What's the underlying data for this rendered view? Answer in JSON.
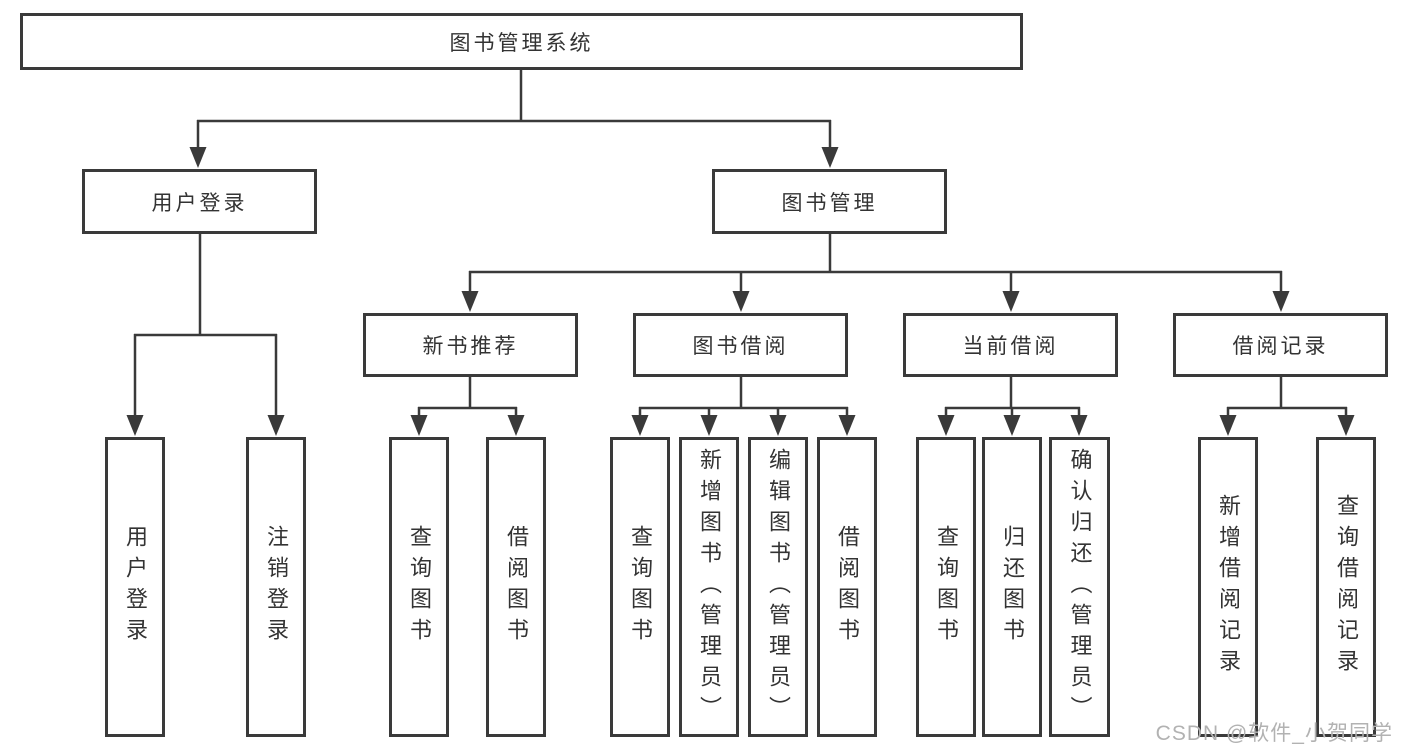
{
  "diagram": {
    "tree": {
      "label": "图书管理系统",
      "children": [
        {
          "label": "用户登录",
          "children": [
            {
              "label": "用户登录"
            },
            {
              "label": "注销登录"
            }
          ]
        },
        {
          "label": "图书管理",
          "children": [
            {
              "label": "新书推荐",
              "children": [
                {
                  "label": "查询图书"
                },
                {
                  "label": "借阅图书"
                }
              ]
            },
            {
              "label": "图书借阅",
              "children": [
                {
                  "label": "查询图书"
                },
                {
                  "label": "新增图书（管理员）"
                },
                {
                  "label": "编辑图书（管理员）"
                },
                {
                  "label": "借阅图书"
                }
              ]
            },
            {
              "label": "当前借阅",
              "children": [
                {
                  "label": "查询图书"
                },
                {
                  "label": "归还图书"
                },
                {
                  "label": "确认归还（管理员）"
                }
              ]
            },
            {
              "label": "借阅记录",
              "children": [
                {
                  "label": "新增借阅记录"
                },
                {
                  "label": "查询借阅记录"
                }
              ]
            }
          ]
        }
      ]
    }
  },
  "watermark": {
    "text": "CSDN @软件_小贺同学"
  },
  "colors": {
    "line": "#3a3a3a",
    "box_border": "#3a3a3a",
    "text": "#333333",
    "watermark": "#b2b2b2",
    "background": "#ffffff"
  }
}
